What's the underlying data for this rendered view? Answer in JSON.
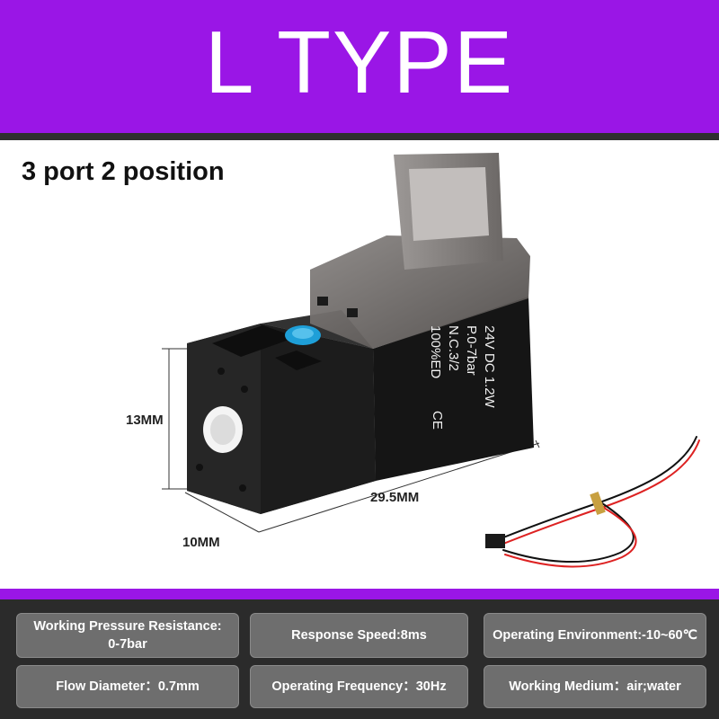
{
  "header": {
    "title": "L TYPE"
  },
  "subtitle": "3 port 2 position",
  "product": {
    "coil_lines": [
      "24V DC   1.2W",
      "P.0-7bar",
      "N.C.3/2",
      "100%ED"
    ],
    "ce_mark": "CE",
    "dimensions": {
      "height": "13MM",
      "length": "29.5MM",
      "width": "10MM"
    }
  },
  "specs": [
    {
      "line1": "Working Pressure Resistance:",
      "line2": "0-7bar"
    },
    {
      "line1": "Response Speed:8ms"
    },
    {
      "line1": "Operating Environment:-10~60℃"
    },
    {
      "line1": "Flow Diameter：0.7mm"
    },
    {
      "line1": "Operating Frequency：30Hz"
    },
    {
      "line1": "Working Medium：air;water"
    }
  ],
  "colors": {
    "header": "#9a16e6",
    "footer": "#2b2b2b",
    "spec_box": "#6e6e6e",
    "port_plug": "#1e9fd8"
  }
}
